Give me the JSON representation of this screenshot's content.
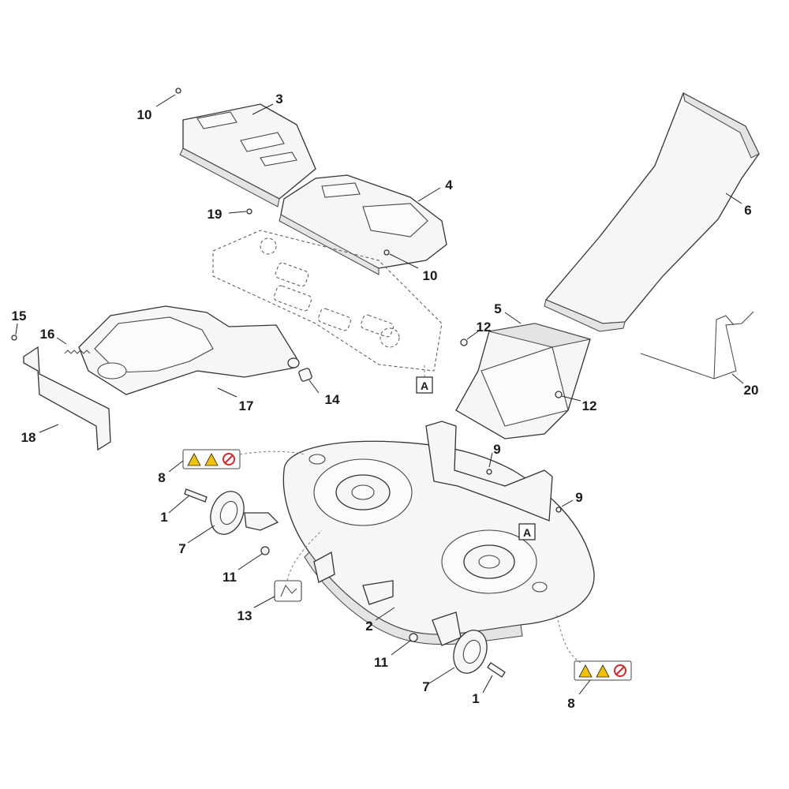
{
  "callouts": [
    {
      "id": "c10a",
      "text": "10"
    },
    {
      "id": "c3",
      "text": "3"
    },
    {
      "id": "c4",
      "text": "4"
    },
    {
      "id": "c19",
      "text": "19"
    },
    {
      "id": "c10b",
      "text": "10"
    },
    {
      "id": "c6",
      "text": "6"
    },
    {
      "id": "c15",
      "text": "15"
    },
    {
      "id": "c16",
      "text": "16"
    },
    {
      "id": "c17",
      "text": "17"
    },
    {
      "id": "c14",
      "text": "14"
    },
    {
      "id": "c18",
      "text": "18"
    },
    {
      "id": "c5",
      "text": "5"
    },
    {
      "id": "c12a",
      "text": "12"
    },
    {
      "id": "c12b",
      "text": "12"
    },
    {
      "id": "c20",
      "text": "20"
    },
    {
      "id": "c9a",
      "text": "9"
    },
    {
      "id": "c9b",
      "text": "9"
    },
    {
      "id": "c8a",
      "text": "8"
    },
    {
      "id": "c1a",
      "text": "1"
    },
    {
      "id": "c7a",
      "text": "7"
    },
    {
      "id": "c11a",
      "text": "11"
    },
    {
      "id": "c13",
      "text": "13"
    },
    {
      "id": "c2",
      "text": "2"
    },
    {
      "id": "c11b",
      "text": "11"
    },
    {
      "id": "c7b",
      "text": "7"
    },
    {
      "id": "c1b",
      "text": "1"
    },
    {
      "id": "c8b",
      "text": "8"
    }
  ],
  "reference_boxes": [
    {
      "id": "refA1",
      "text": "A"
    },
    {
      "id": "refA2",
      "text": "A"
    }
  ],
  "colors": {
    "warning_yellow": "#f2c200",
    "prohibit_red": "#d8262a",
    "line": "#333333"
  }
}
